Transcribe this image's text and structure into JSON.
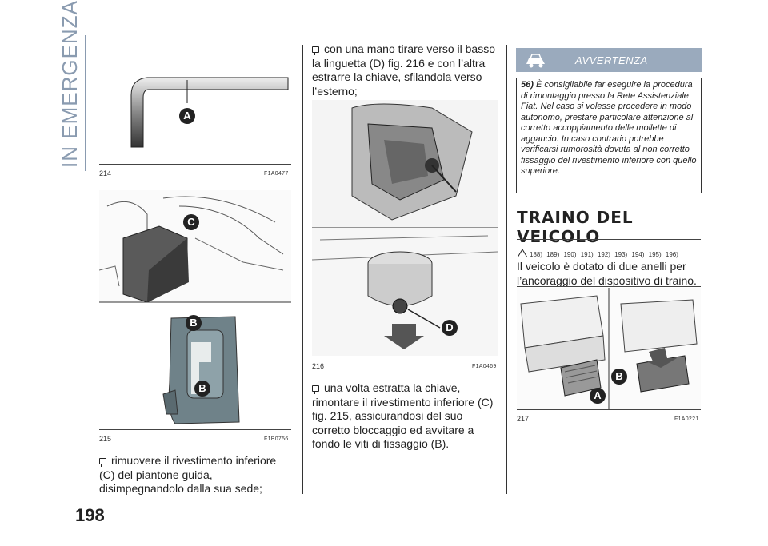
{
  "side_title": "IN EMERGENZA",
  "page_number": "198",
  "figures": [
    {
      "num": "214",
      "code": "F1A0477",
      "labels": [
        "A"
      ]
    },
    {
      "num": "215",
      "code": "F1B0756",
      "labels": [
        "C",
        "B",
        "B"
      ]
    },
    {
      "num": "216",
      "code": "F1A0469",
      "labels": [
        "D"
      ]
    },
    {
      "num": "217",
      "code": "F1A0221",
      "labels": [
        "B",
        "A"
      ]
    }
  ],
  "col1": {
    "text": "rimuovere il rivestimento inferiore (C) del piantone guida, disimpegnandolo dalla sua sede;"
  },
  "col2": {
    "text1": "con una mano tirare verso il basso la linguetta (D) fig. 216 e con l’altra estrarre la chiave, sfilandola verso l’esterno;",
    "text2": "una volta estratta la chiave, rimontare il rivestimento inferiore (C) fig. 215, assicurandosi del suo corretto bloccaggio ed avvitare a fondo le viti di fissaggio (B)."
  },
  "warning": {
    "title": "AVVERTENZA",
    "number": "56)",
    "text": "È consigliabile far eseguire la procedura di rimontaggio presso la Rete Assistenziale Fiat. Nel caso si volesse procedere in modo autonomo, prestare particolare attenzione al corretto accoppiamento delle mollette di aggancio. In caso contrario potrebbe verificarsi rumorosità dovuta al non corretto fissaggio del rivestimento inferiore con quello superiore."
  },
  "section": {
    "title": "TRAINO DEL VEICOLO",
    "refs": "188) 189) 190) 191) 192) 193) 194) 195) 196)",
    "text": "Il veicolo è dotato di due anelli per l’ancoraggio del dispositivo di traino."
  },
  "colors": {
    "side_title": "#8a9bb0",
    "warning_band": "#9aaabd",
    "label_circle": "#222222"
  }
}
